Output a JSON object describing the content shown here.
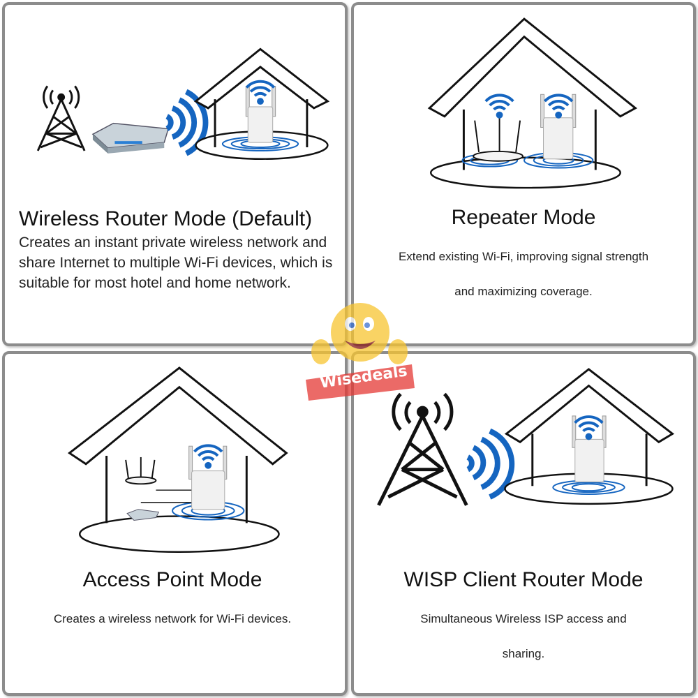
{
  "panels": [
    {
      "title": "Wireless Router Mode (Default)",
      "description": "Creates an instant private wireless network and share Internet to multiple Wi-Fi devices, which is suitable for most hotel and home network."
    },
    {
      "title": "Repeater Mode",
      "lines": [
        "Extend existing Wi-Fi, improving signal strength",
        "and maximizing coverage."
      ]
    },
    {
      "title": "Access Point Mode",
      "lines": [
        "Creates a wireless network for Wi-Fi devices."
      ]
    },
    {
      "title": "WISP Client Router Mode",
      "lines": [
        "Simultaneous Wireless ISP access and",
        "sharing."
      ]
    }
  ],
  "watermark": {
    "brand": "Wisedeals"
  },
  "colors": {
    "wifi_blue": "#1565c0",
    "panel_border": "#8c8c8c",
    "watermark_red": "#e53935",
    "watermark_yellow": "#f7c531"
  },
  "icons": [
    "cell-tower-icon",
    "modem-icon",
    "wifi-signal-icon",
    "house-icon",
    "repeater-device-icon",
    "router-icon"
  ]
}
